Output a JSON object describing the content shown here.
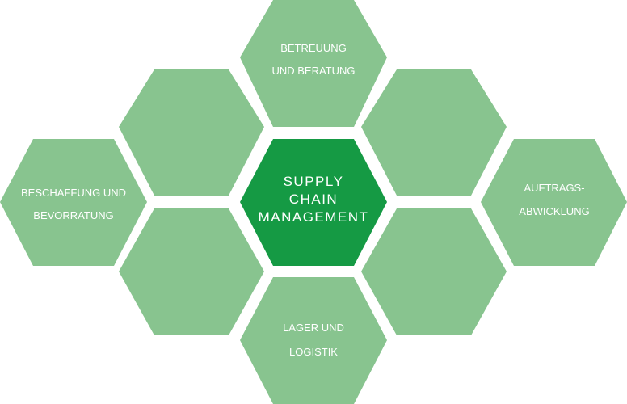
{
  "colors": {
    "hex_fill": "#88c48f",
    "center_fill": "#159a44",
    "text": "#ffffff",
    "background": "#ffffff"
  },
  "hexes": {
    "top": {
      "lines": [
        "BETREUUNG",
        "UND BERATUNG"
      ]
    },
    "upper_left": {
      "lines": []
    },
    "upper_right": {
      "lines": []
    },
    "left": {
      "lines": [
        "BESCHAFFUNG UND",
        "BEVORRATUNG"
      ]
    },
    "center": {
      "lines": [
        "SUPPLY",
        "CHAIN",
        "MANAGEMENT"
      ]
    },
    "right": {
      "lines": [
        "AUFTRAGS-",
        "ABWICKLUNG"
      ]
    },
    "lower_left": {
      "lines": []
    },
    "lower_right": {
      "lines": []
    },
    "bottom": {
      "lines": [
        "LAGER UND",
        "LOGISTIK"
      ]
    }
  }
}
